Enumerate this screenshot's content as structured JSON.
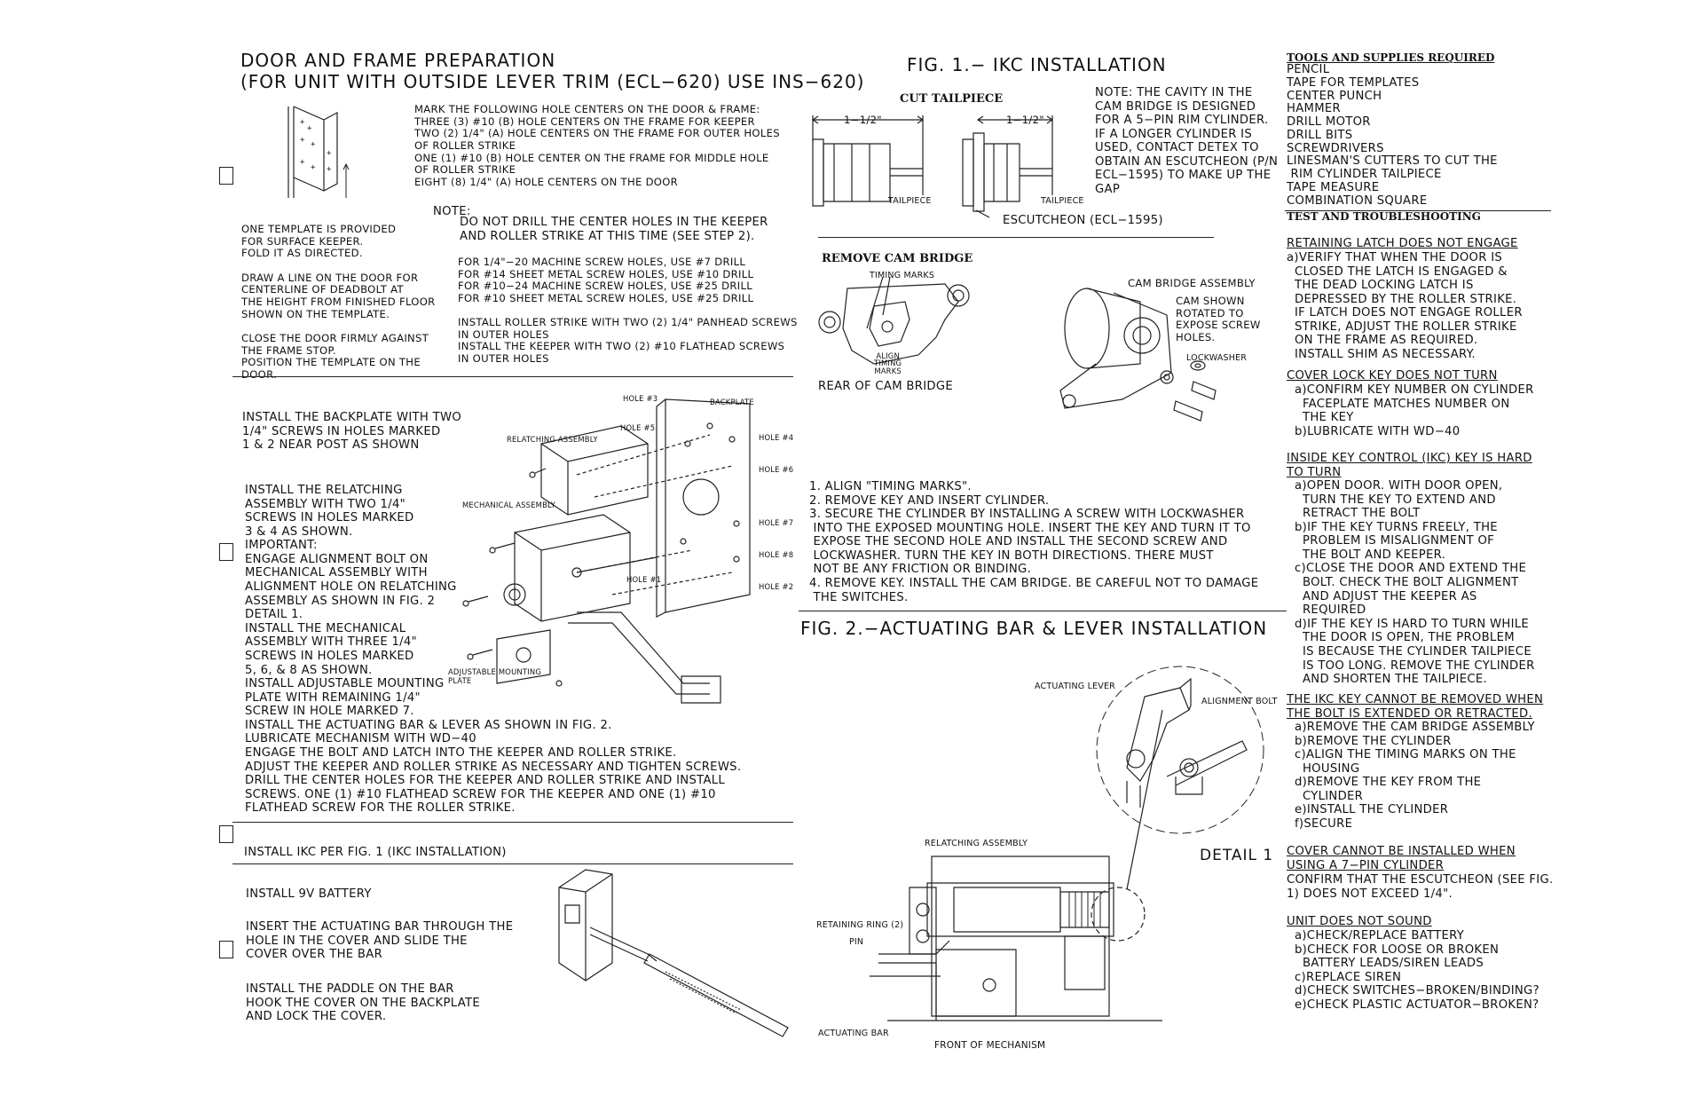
{
  "left": {
    "door_prep_title": "DOOR AND FRAME PREPARATION\n(FOR UNIT WITH OUTSIDE LEVER TRIM (ECL−620) USE INS−620)",
    "mark_holes": "MARK THE FOLLOWING HOLE CENTERS ON THE DOOR & FRAME:\nTHREE (3) #10 (B) HOLE CENTERS ON THE FRAME FOR KEEPER\nTWO (2) 1/4\" (A) HOLE CENTERS ON THE FRAME FOR OUTER HOLES\nOF ROLLER STRIKE\nONE (1) #10 (B) HOLE CENTER ON THE FRAME FOR MIDDLE HOLE\nOF ROLLER STRIKE\nEIGHT (8) 1/4\" (A) HOLE CENTERS ON THE DOOR",
    "template_text": "ONE TEMPLATE IS PROVIDED\nFOR SURFACE KEEPER.\nFOLD IT AS DIRECTED.\n\nDRAW A LINE ON THE DOOR FOR\nCENTERLINE OF DEADBOLT AT\nTHE HEIGHT FROM FINISHED FLOOR\nSHOWN ON THE TEMPLATE.\n\nCLOSE THE DOOR FIRMLY AGAINST\nTHE FRAME STOP.\nPOSITION THE TEMPLATE ON THE\nDOOR.",
    "note_label": "NOTE:",
    "note_text": "DO NOT DRILL THE CENTER HOLES IN THE KEEPER\nAND ROLLER STRIKE AT THIS TIME (SEE STEP 2).",
    "drill_sizes": "FOR 1/4\"−20 MACHINE SCREW HOLES, USE #7 DRILL\nFOR #14 SHEET METAL SCREW HOLES, USE #10 DRILL\nFOR #10−24 MACHINE SCREW HOLES, USE #25 DRILL\nFOR #10 SHEET METAL SCREW HOLES, USE #25 DRILL",
    "install_strike": "INSTALL ROLLER STRIKE WITH TWO (2) 1/4\" PANHEAD SCREWS\nIN OUTER HOLES\nINSTALL THE KEEPER WITH TWO (2) #10 FLATHEAD SCREWS\nIN OUTER HOLES",
    "backplate_text": "INSTALL THE BACKPLATE WITH TWO\n1/4\" SCREWS IN HOLES MARKED\n1 & 2 NEAR POST AS SHOWN",
    "relatching_text": "INSTALL THE RELATCHING\nASSEMBLY WITH TWO 1/4\"\nSCREWS IN HOLES MARKED\n3 & 4 AS SHOWN.\nIMPORTANT:\nENGAGE ALIGNMENT BOLT ON\nMECHANICAL ASSEMBLY WITH\nALIGNMENT HOLE ON RELATCHING\nASSEMBLY AS SHOWN IN FIG. 2\nDETAIL 1.\nINSTALL THE MECHANICAL\nASSEMBLY WITH THREE 1/4\"\nSCREWS IN HOLES MARKED\n5, 6, & 8 AS SHOWN.\nINSTALL ADJUSTABLE MOUNTING\nPLATE WITH REMAINING 1/4\"\nSCREW IN HOLE MARKED 7.\nINSTALL THE ACTUATING BAR & LEVER AS SHOWN IN FIG. 2.\nLUBRICATE MECHANISM WITH WD−40\nENGAGE THE BOLT AND LATCH INTO THE KEEPER AND ROLLER STRIKE.\nADJUST THE KEEPER AND ROLLER STRIKE AS NECESSARY AND TIGHTEN SCREWS.\nDRILL THE CENTER HOLES FOR THE KEEPER AND ROLLER STRIKE AND INSTALL\nSCREWS. ONE (1) #10 FLATHEAD SCREW FOR THE KEEPER AND ONE (1) #10\nFLATHEAD SCREW FOR THE ROLLER STRIKE.",
    "ikc_step": "INSTALL IKC PER FIG. 1 (IKC INSTALLATION)",
    "battery_text": "INSTALL 9V BATTERY",
    "actuating_text": "INSERT THE ACTUATING BAR THROUGH THE\nHOLE IN THE COVER AND SLIDE THE\nCOVER OVER THE BAR",
    "paddle_text": "INSTALL THE PADDLE ON THE BAR\nHOOK THE COVER ON THE BACKPLATE\nAND LOCK THE COVER.",
    "labels": {
      "hole3": "HOLE #3",
      "backplate": "BACKPLATE",
      "relatching": "RELATCHING ASSEMBLY",
      "hole5": "HOLE #5",
      "hole4": "HOLE #4",
      "hole6": "HOLE #6",
      "mechanical": "MECHANICAL ASSEMBLY",
      "hole7": "HOLE #7",
      "hole8": "HOLE #8",
      "hole1": "HOLE #1",
      "hole2": "HOLE #2",
      "adjustable": "ADJUSTABLE MOUNTING\nPLATE"
    }
  },
  "middle": {
    "fig1_title": "FIG. 1.− IKC INSTALLATION",
    "cut_tailpiece": "CUT TAILPIECE",
    "dim_a": "1−1/2\"",
    "dim_b": "1−1/2\"",
    "tailpiece_a": "TAILPIECE",
    "tailpiece_b": "TAILPIECE",
    "escutcheon": "ESCUTCHEON (ECL−1595)",
    "note_cavity": "NOTE: THE CAVITY IN THE\nCAM BRIDGE IS DESIGNED\nFOR A 5−PIN RIM CYLINDER.\nIF A LONGER CYLINDER IS\nUSED, CONTACT DETEX TO\nOBTAIN AN ESCUTCHEON (P/N\nECL−1595) TO MAKE UP THE\nGAP",
    "remove_cam": "REMOVE CAM BRIDGE",
    "timing_marks": "TIMING MARKS",
    "align_timing": "ALIGN\nTIMING\nMARKS",
    "rear_cam": "REAR OF CAM BRIDGE",
    "cam_assembly": "CAM BRIDGE ASSEMBLY",
    "cam_rotated": "CAM SHOWN\nROTATED TO\nEXPOSE SCREW\nHOLES.",
    "lockwasher": "LOCKWASHER",
    "steps": "1. ALIGN \"TIMING MARKS\".\n2. REMOVE KEY AND INSERT CYLINDER.\n3. SECURE THE CYLINDER BY INSTALLING A SCREW WITH LOCKWASHER\n INTO THE EXPOSED MOUNTING HOLE. INSERT THE KEY AND TURN IT TO\n EXPOSE THE SECOND HOLE AND INSTALL THE SECOND SCREW AND\n LOCKWASHER. TURN THE KEY IN BOTH DIRECTIONS. THERE MUST\n NOT BE ANY FRICTION OR BINDING.\n4. REMOVE KEY. INSTALL THE CAM BRIDGE. BE CAREFUL NOT TO DAMAGE\n THE SWITCHES.",
    "fig2_title": "FIG. 2.−ACTUATING BAR & LEVER INSTALLATION",
    "actuating_lever": "ACTUATING LEVER",
    "alignment_bolt": "ALIGNMENT BOLT",
    "detail1": "DETAIL 1",
    "relatching_assembly": "RELATCHING ASSEMBLY",
    "retaining_ring": "RETAINING RING (2)",
    "pin": "PIN",
    "actuating_bar": "ACTUATING BAR",
    "front_mech": "FRONT OF MECHANISM"
  },
  "right": {
    "tools_title": "TOOLS AND SUPPLIES REQUIRED",
    "tools_list": "PENCIL\nTAPE FOR TEMPLATES\nCENTER PUNCH\nHAMMER\nDRILL MOTOR\nDRILL BITS\nSCREWDRIVERS\nLINESMAN'S CUTTERS TO CUT THE\n RIM CYLINDER TAILPIECE\nTAPE MEASURE\nCOMBINATION SQUARE",
    "test_title": "TEST AND TROUBLESHOOTING",
    "s1_title": "RETAINING LATCH DOES NOT ENGAGE",
    "s1_body": "a)VERIFY THAT WHEN THE DOOR IS\n  CLOSED THE LATCH IS ENGAGED &\n  THE DEAD LOCKING LATCH IS\n  DEPRESSED BY THE ROLLER STRIKE.\n  IF LATCH DOES NOT ENGAGE ROLLER\n  STRIKE, ADJUST THE ROLLER STRIKE\n  ON THE FRAME AS REQUIRED.\n  INSTALL SHIM AS NECESSARY.",
    "s2_title": "COVER LOCK KEY DOES NOT TURN",
    "s2_body": "  a)CONFIRM KEY NUMBER ON CYLINDER\n    FACEPLATE MATCHES NUMBER ON\n    THE KEY\n  b)LUBRICATE WITH WD−40",
    "s3_title": "INSIDE KEY CONTROL (IKC) KEY IS HARD\nTO TURN",
    "s3_body": "  a)OPEN DOOR. WITH DOOR OPEN,\n    TURN THE KEY TO EXTEND AND\n    RETRACT THE BOLT\n  b)IF THE KEY TURNS FREELY, THE\n    PROBLEM IS MISALIGNMENT OF\n    THE BOLT AND KEEPER.\n  c)CLOSE THE DOOR AND EXTEND THE\n    BOLT. CHECK THE BOLT ALIGNMENT\n    AND ADJUST THE KEEPER AS\n    REQUIRED\n  d)IF THE KEY IS HARD TO TURN WHILE\n    THE DOOR IS OPEN, THE PROBLEM\n    IS BECAUSE THE CYLINDER TAILPIECE\n    IS TOO LONG. REMOVE THE CYLINDER\n    AND SHORTEN THE TAILPIECE.",
    "s4_title": "THE IKC KEY CANNOT BE REMOVED WHEN\nTHE BOLT IS EXTENDED OR RETRACTED.",
    "s4_body": "  a)REMOVE THE CAM BRIDGE ASSEMBLY\n  b)REMOVE THE CYLINDER\n  c)ALIGN THE TIMING MARKS ON THE\n    HOUSING\n  d)REMOVE THE KEY FROM THE\n    CYLINDER\n  e)INSTALL THE CYLINDER\n  f)SECURE",
    "s5_title": "COVER CANNOT BE INSTALLED WHEN\nUSING A 7−PIN CYLINDER",
    "s5_body": "CONFIRM THAT THE ESCUTCHEON (SEE FIG.\n1) DOES NOT EXCEED 1/4\".",
    "s6_title": "UNIT DOES NOT SOUND",
    "s6_body": "  a)CHECK/REPLACE BATTERY\n  b)CHECK FOR LOOSE OR BROKEN\n    BATTERY LEADS/SIREN LEADS\n  c)REPLACE SIREN\n  d)CHECK SWITCHES−BROKEN/BINDING?\n  e)CHECK PLASTIC ACTUATOR−BROKEN?"
  }
}
